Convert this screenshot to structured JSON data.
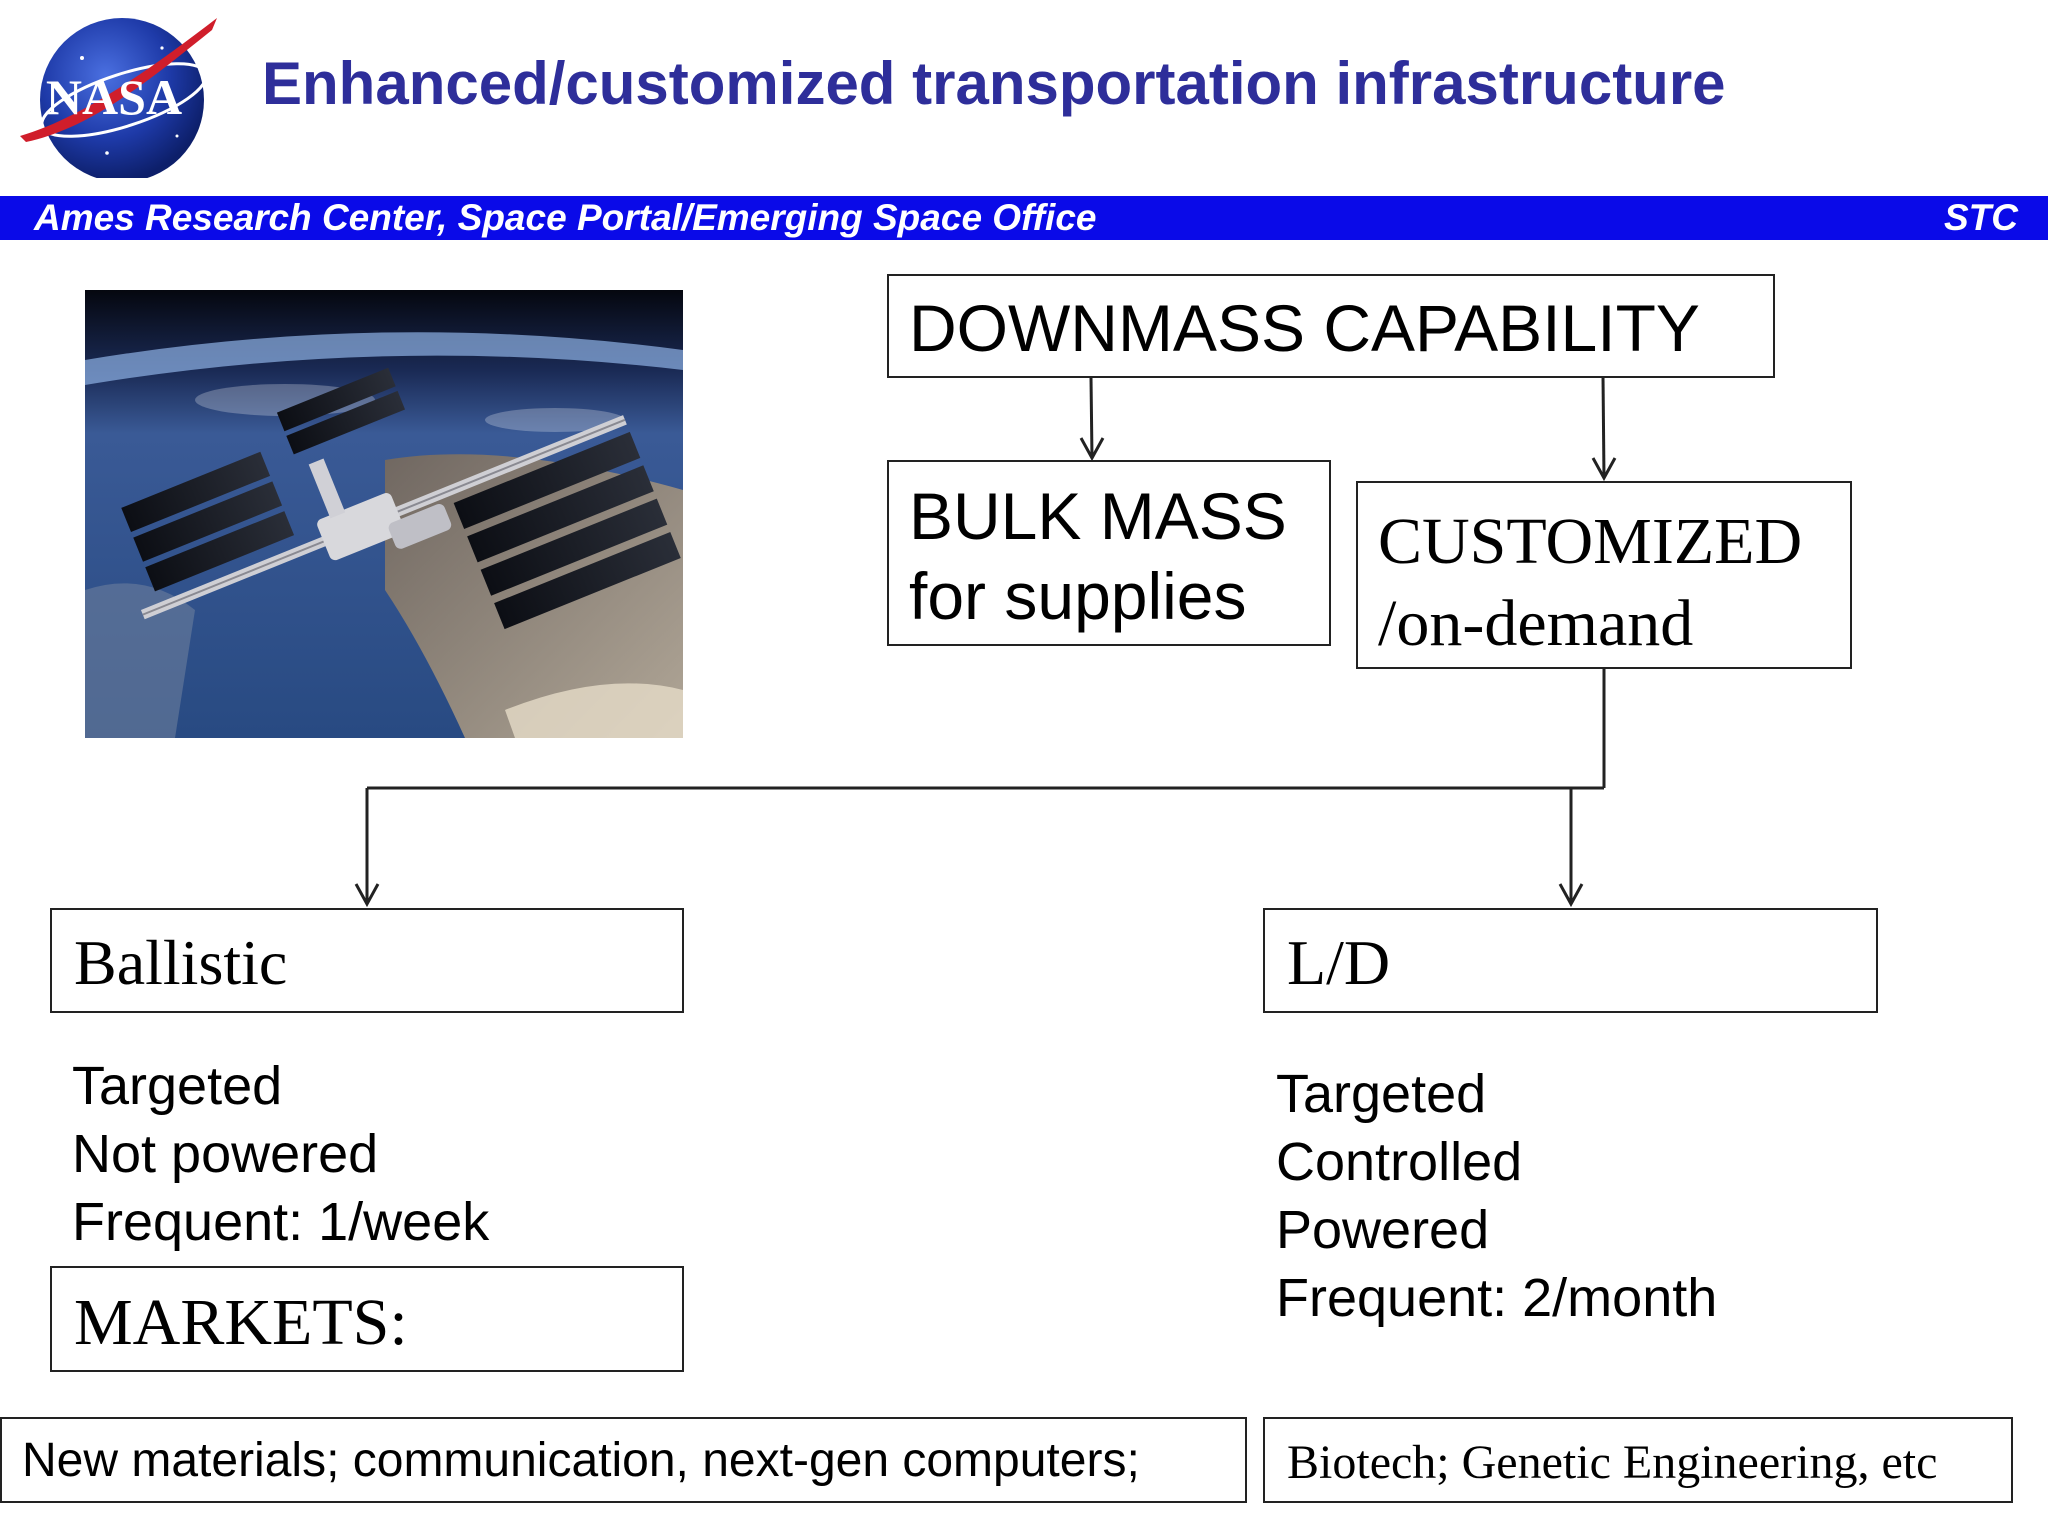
{
  "header": {
    "logo_text": "NASA",
    "title": "Enhanced/customized transportation infrastructure"
  },
  "banner": {
    "left_text": "Ames Research Center, Space Portal/Emerging Space Office",
    "right_text": "STC"
  },
  "diagram": {
    "downmass": "DOWNMASS CAPABILITY",
    "bulk_mass": {
      "line1": "BULK MASS",
      "line2": "for supplies"
    },
    "customized": {
      "line1": "CUSTOMIZED",
      "line2": "/on-demand"
    },
    "ballistic": {
      "label": "Ballistic",
      "items": [
        "Targeted",
        "Not powered",
        "Frequent: 1/week"
      ]
    },
    "ld": {
      "label": "L/D",
      "items": [
        "Targeted",
        "Controlled",
        "Powered",
        "Frequent: 2/month"
      ]
    },
    "markets": "MARKETS:",
    "markets_left": "New materials; communication, next-gen computers;",
    "markets_right": "Biotech; Genetic Engineering, etc"
  },
  "colors": {
    "title": "#2e2e9a",
    "banner": "#0a0ae8",
    "banner_text": "#ffffff"
  }
}
